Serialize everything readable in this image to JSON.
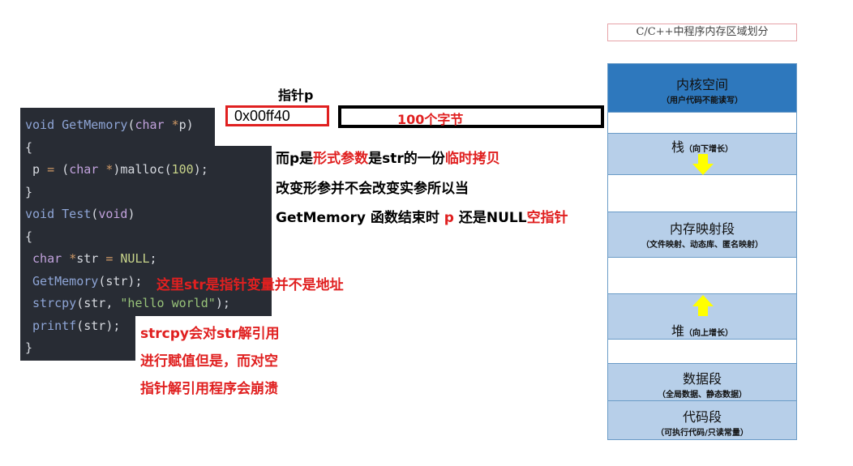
{
  "code": {
    "lines": [
      "void GetMemory(char *p)",
      "{",
      " p = (char *)malloc(100);",
      "}",
      "void Test(void)",
      "{",
      " char *str = NULL;",
      " GetMemory(str);",
      " strcpy(str, \"hello world\");",
      " printf(str);",
      "}"
    ]
  },
  "diagram": {
    "pointer_label": "指针p",
    "pointer_value": "0x00ff40",
    "memory_block_label": "100个字节",
    "note_lines": [
      [
        "而p是",
        "形式参数",
        "是str的一份",
        "临时拷贝"
      ],
      [
        "改变形参并不会改变实参所以当"
      ],
      [
        "GetMemory 函数结束时 ",
        "p",
        " 还是NULL",
        "空指针"
      ]
    ],
    "note_getmemory": "这里str是指针变量并不是地址",
    "note_strcpy": [
      "strcpy会对str解引用",
      "进行赋值但是，而对空",
      "指针解引用程序会崩溃"
    ]
  },
  "memory_layout": {
    "title": "C/C++中程序内存区域划分",
    "segments": [
      {
        "name": "内核空间",
        "desc": "（用户代码不能读写）",
        "style": "dark"
      },
      {
        "name": "",
        "desc": "",
        "style": "blank"
      },
      {
        "name": "栈",
        "desc": "（向下增长）",
        "style": "light"
      },
      {
        "name": "",
        "desc": "",
        "style": "blank"
      },
      {
        "name": "内存映射段",
        "desc": "（文件映射、动态库、匿名映射）",
        "style": "light"
      },
      {
        "name": "",
        "desc": "",
        "style": "blank"
      },
      {
        "name": "堆",
        "desc": "（向上增长）",
        "style": "light"
      },
      {
        "name": "",
        "desc": "",
        "style": "blank"
      },
      {
        "name": "数据段",
        "desc": "（全局数据、静态数据）",
        "style": "light"
      },
      {
        "name": "代码段",
        "desc": "（可执行代码/只读常量）",
        "style": "light"
      }
    ],
    "arrow_color": "#ffff00"
  }
}
